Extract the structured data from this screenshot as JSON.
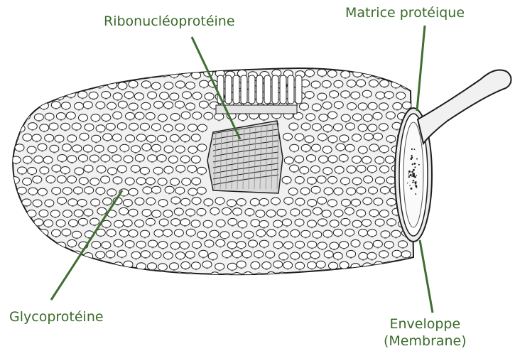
{
  "colors": {
    "label_text": "#3a6b2b",
    "leader_line": "#3f6e31",
    "outline": "#1e1e1e",
    "body_fill": "#f1f1f1",
    "shade": "#8a8a8a"
  },
  "labels": {
    "ribonucleoproteine": "Ribonucléoprotéine",
    "matrice_proteique": "Matrice protéique",
    "glycoproteine": "Glycoprotéine",
    "enveloppe_line1": "Enveloppe",
    "enveloppe_line2": "(Membrane)"
  }
}
